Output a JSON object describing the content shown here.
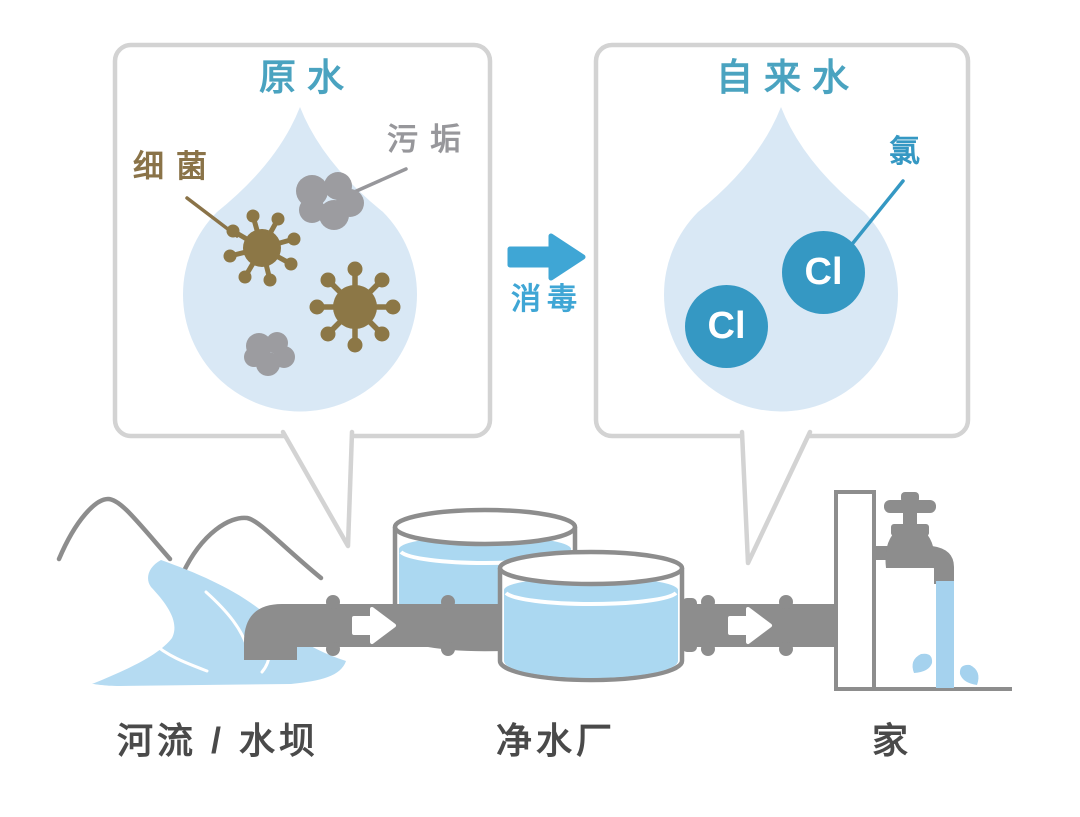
{
  "left_callout": {
    "title": "原水",
    "labels": {
      "bacteria": "细菌",
      "dirt": "污垢"
    }
  },
  "process_arrow": {
    "label": "消毒"
  },
  "right_callout": {
    "title": "自来水",
    "labels": {
      "chlorine": "氯"
    },
    "chlorine_particles": [
      {
        "symbol": "Cl"
      },
      {
        "symbol": "Cl"
      }
    ]
  },
  "bottom_labels": {
    "source": "河流 / 水坝",
    "plant": "净水厂",
    "home": "家"
  },
  "colors": {
    "title_teal": "#4AA3C0",
    "arrow_blue": "#3FA6D5",
    "chlorine_blue": "#3598C3",
    "bacteria_brown": "#8C7746",
    "bacteria_label_brown": "#8A7348",
    "dirt_gray": "#9C9CA0",
    "drop_fill": "#D9E8F5",
    "box_border": "#D3D3D3",
    "pipe_gray": "#8D8D8D",
    "tank_water_blue": "#ABD8F1",
    "river_blue": "#B5DBF2",
    "stream_blue": "#A5D2EE",
    "bottom_label_dark": "#4A4A4A"
  }
}
